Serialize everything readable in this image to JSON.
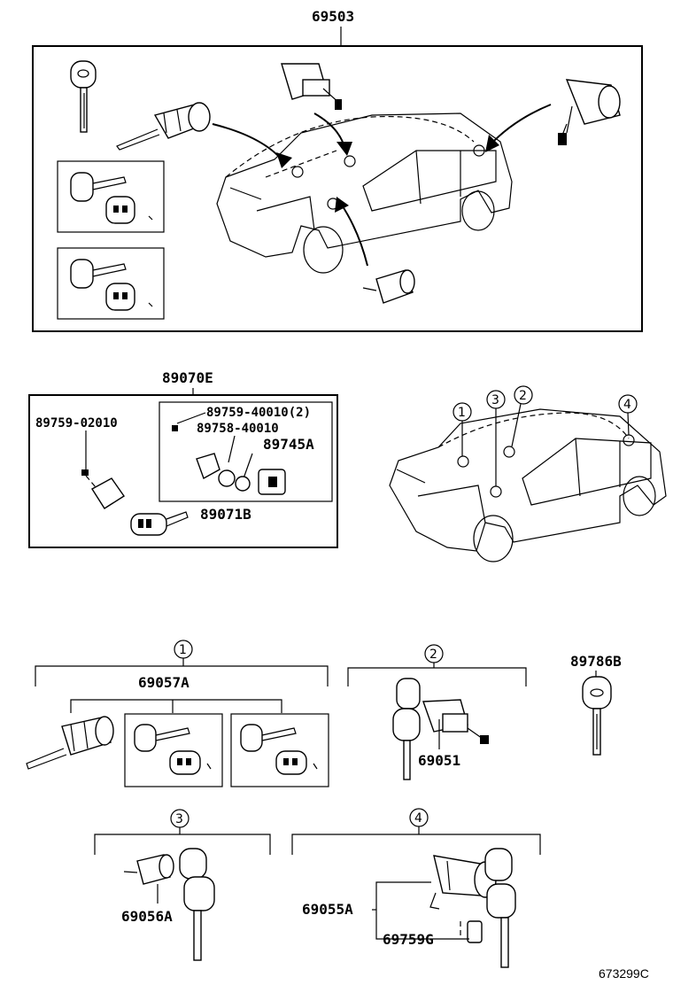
{
  "labels": {
    "assembly_main": "69503",
    "kit_89070E": "89070E",
    "screw_89759_02010": "89759-02010",
    "screw_89759_40010": "89759-40010(2)",
    "part_89758_40010": "89758-40010",
    "part_89745A": "89745A",
    "part_89071B": "89071B",
    "group1_title": "69057A",
    "cyl_69051": "69051",
    "key_89786B": "89786B",
    "cyl_69056A": "69056A",
    "cyl_69055A": "69055A",
    "part_69759G": "69759G"
  },
  "callouts": [
    "1",
    "2",
    "3",
    "4"
  ],
  "catalog_number": "673299C",
  "icons": [
    "key-icon",
    "lock-cylinder-icon",
    "car-icon",
    "transmitter-icon",
    "screw-icon"
  ]
}
